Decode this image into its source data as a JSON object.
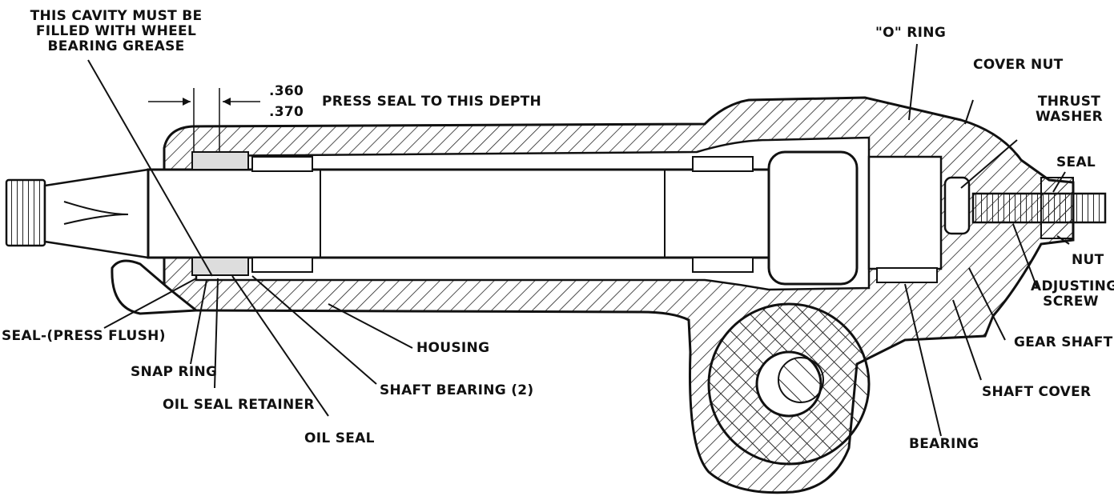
{
  "labels": {
    "cavity_line1": "THIS CAVITY MUST BE",
    "cavity_line2": "FILLED WITH WHEEL",
    "cavity_line3": "BEARING GREASE",
    "dim_upper": ".360",
    "dim_lower": ".370",
    "press_seal": "PRESS SEAL TO THIS DEPTH",
    "o_ring": "\"O\" RING",
    "cover_nut": "COVER NUT",
    "thrust_line1": "THRUST",
    "thrust_line2": "WASHER",
    "seal": "SEAL",
    "nut": "NUT",
    "adjusting_line1": "ADJUSTING",
    "adjusting_line2": "SCREW",
    "gear_shaft": "GEAR SHAFT",
    "shaft_cover": "SHAFT COVER",
    "bearing": "BEARING",
    "seal_press_flush": "SEAL-(PRESS FLUSH)",
    "snap_ring": "SNAP RING",
    "oil_seal_retainer": "OIL SEAL RETAINER",
    "oil_seal": "OIL SEAL",
    "housing": "HOUSING",
    "shaft_bearing": "SHAFT BEARING (2)"
  }
}
